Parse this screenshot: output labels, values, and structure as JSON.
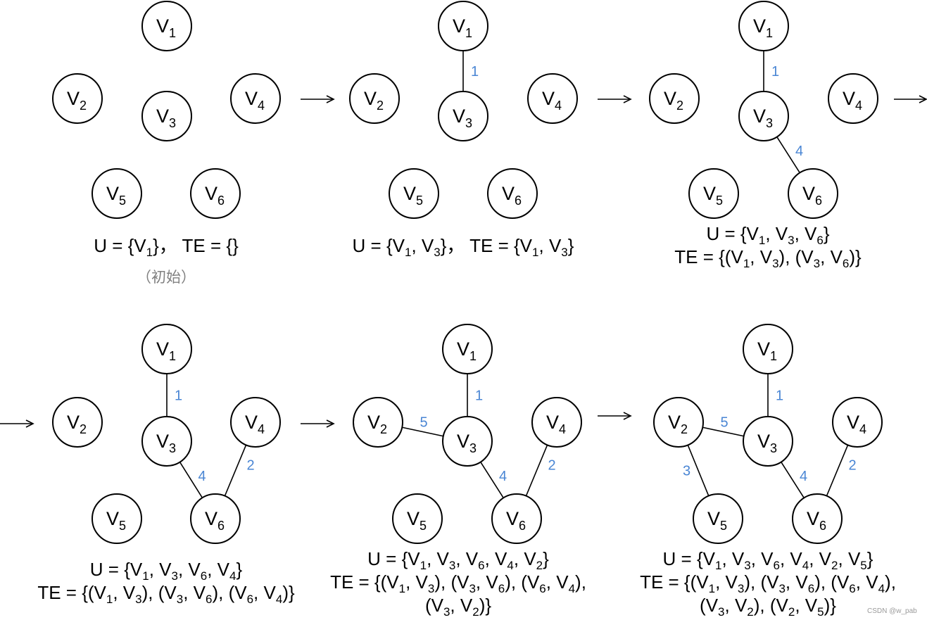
{
  "colors": {
    "weight": "#4a86d4",
    "note": "#808080",
    "watermark": "#9a9a9a"
  },
  "sub": {
    "1": "1",
    "2": "2",
    "3": "3",
    "4": "4",
    "5": "5",
    "6": "6"
  },
  "panels": [
    {
      "edges": [],
      "caption": [
        "U = {V₁}，  TE = {}"
      ],
      "note": "（初始）"
    },
    {
      "edges": [
        {
          "u": "V1",
          "v": "V3",
          "w": "1"
        }
      ],
      "caption": [
        "U = {V₁, V₃}，  TE = {V₁, V₃}"
      ]
    },
    {
      "edges": [
        {
          "u": "V1",
          "v": "V3",
          "w": "1"
        },
        {
          "u": "V3",
          "v": "V6",
          "w": "4"
        }
      ],
      "caption": [
        "U = {V₁, V₃, V₆}",
        "TE = {(V₁, V₃), (V₃, V₆)}"
      ]
    },
    {
      "edges": [
        {
          "u": "V1",
          "v": "V3",
          "w": "1"
        },
        {
          "u": "V3",
          "v": "V6",
          "w": "4"
        },
        {
          "u": "V6",
          "v": "V4",
          "w": "2"
        }
      ],
      "caption": [
        "U = {V₁, V₃, V₆, V₄}",
        "TE = {(V₁, V₃), (V₃, V₆), (V₆, V₄)}"
      ]
    },
    {
      "edges": [
        {
          "u": "V1",
          "v": "V3",
          "w": "1"
        },
        {
          "u": "V3",
          "v": "V6",
          "w": "4"
        },
        {
          "u": "V6",
          "v": "V4",
          "w": "2"
        },
        {
          "u": "V3",
          "v": "V2",
          "w": "5"
        }
      ],
      "caption": [
        "U = {V₁, V₃, V₆, V₄, V₂}",
        "TE = {(V₁, V₃), (V₃, V₆), (V₆, V₄),",
        "(V₃, V₂)}"
      ]
    },
    {
      "edges": [
        {
          "u": "V1",
          "v": "V3",
          "w": "1"
        },
        {
          "u": "V3",
          "v": "V6",
          "w": "4"
        },
        {
          "u": "V6",
          "v": "V4",
          "w": "2"
        },
        {
          "u": "V3",
          "v": "V2",
          "w": "5"
        },
        {
          "u": "V2",
          "v": "V5",
          "w": "3"
        }
      ],
      "caption": [
        "U = {V₁, V₃, V₆, V₄, V₂, V₅}",
        "TE = {(V₁, V₃), (V₃, V₆), (V₆, V₄),",
        "(V₃, V₂), (V₂, V₅)}"
      ]
    }
  ],
  "watermark": "CSDN @w_pab"
}
